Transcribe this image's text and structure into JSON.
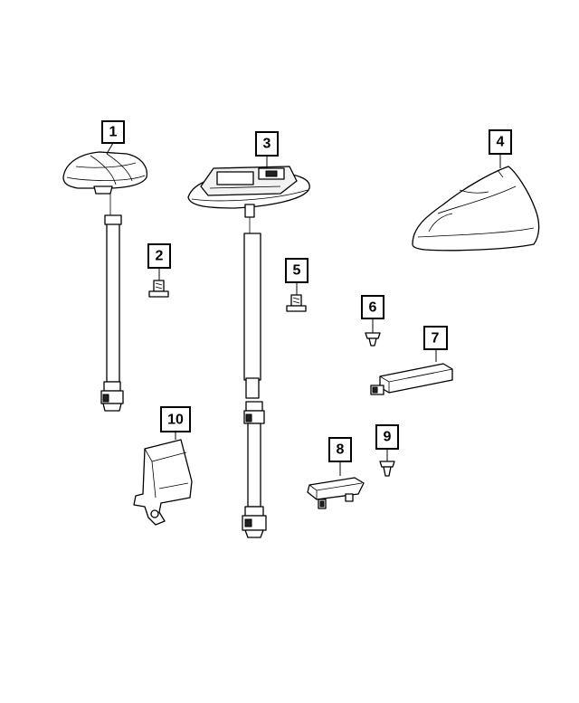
{
  "callouts": [
    {
      "id": "callout-1",
      "label": "1"
    },
    {
      "id": "callout-2",
      "label": "2"
    },
    {
      "id": "callout-3",
      "label": "3"
    },
    {
      "id": "callout-4",
      "label": "4"
    },
    {
      "id": "callout-5",
      "label": "5"
    },
    {
      "id": "callout-6",
      "label": "6"
    },
    {
      "id": "callout-7",
      "label": "7"
    },
    {
      "id": "callout-8",
      "label": "8"
    },
    {
      "id": "callout-9",
      "label": "9"
    },
    {
      "id": "callout-10",
      "label": "10"
    }
  ],
  "colors": {
    "ink": "#000000",
    "paper": "#ffffff"
  }
}
